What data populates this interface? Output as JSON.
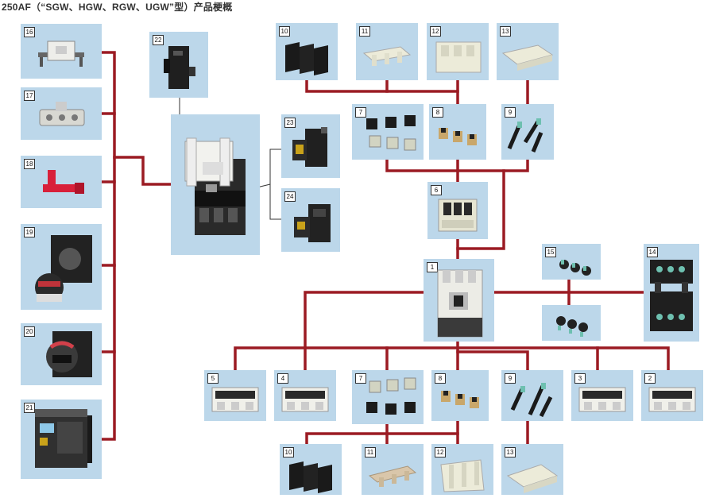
{
  "title": "250AF（“SGW、HGW、RGW、UGW”型）产品梗概",
  "colors": {
    "panel": "#bcd7ea",
    "connector": "#9b1b23",
    "thin_line": "#333333"
  },
  "parts": [
    {
      "id": "p16",
      "number": "16",
      "icon": "terminal-cover-icon"
    },
    {
      "id": "p17",
      "number": "17",
      "icon": "lock-plate-icon"
    },
    {
      "id": "p18",
      "number": "18",
      "icon": "padlock-device-icon"
    },
    {
      "id": "p19",
      "number": "19",
      "icon": "door-handle-icon"
    },
    {
      "id": "p20",
      "number": "20",
      "icon": "rotary-handle-icon"
    },
    {
      "id": "p21",
      "number": "21",
      "icon": "motor-operator-icon"
    },
    {
      "id": "p22",
      "number": "22",
      "icon": "shunt-trip-icon"
    },
    {
      "id": "main",
      "number": "",
      "icon": "open-breaker-icon"
    },
    {
      "id": "p23",
      "number": "23",
      "icon": "auxiliary-switch-icon"
    },
    {
      "id": "p24",
      "number": "24",
      "icon": "alarm-switch-icon"
    },
    {
      "id": "p10t",
      "number": "10",
      "icon": "phase-barrier-icon"
    },
    {
      "id": "p11t",
      "number": "11",
      "icon": "flat-cover-icon"
    },
    {
      "id": "p12t",
      "number": "12",
      "icon": "terminal-block-icon"
    },
    {
      "id": "p13t",
      "number": "13",
      "icon": "long-cover-icon"
    },
    {
      "id": "p7t",
      "number": "7",
      "icon": "cable-terminal-icon"
    },
    {
      "id": "p8t",
      "number": "8",
      "icon": "lug-terminal-icon"
    },
    {
      "id": "p9t",
      "number": "9",
      "icon": "stud-terminal-icon"
    },
    {
      "id": "p6",
      "number": "6",
      "icon": "rear-terminal-icon"
    },
    {
      "id": "p1",
      "number": "1",
      "icon": "circuit-breaker-icon"
    },
    {
      "id": "p15a",
      "number": "15",
      "icon": "plug-in-terminal-icon"
    },
    {
      "id": "p15b",
      "number": "",
      "icon": "plug-in-terminal-icon"
    },
    {
      "id": "p14",
      "number": "14",
      "icon": "plug-in-base-icon"
    },
    {
      "id": "p5",
      "number": "5",
      "icon": "terminal-unit-icon"
    },
    {
      "id": "p4",
      "number": "4",
      "icon": "terminal-unit-icon"
    },
    {
      "id": "p7b",
      "number": "7",
      "icon": "cable-terminal-icon"
    },
    {
      "id": "p8b",
      "number": "8",
      "icon": "lug-terminal-icon"
    },
    {
      "id": "p9b",
      "number": "9",
      "icon": "stud-terminal-icon"
    },
    {
      "id": "p3",
      "number": "3",
      "icon": "terminal-unit-icon"
    },
    {
      "id": "p2",
      "number": "2",
      "icon": "terminal-unit-icon"
    },
    {
      "id": "p10b",
      "number": "10",
      "icon": "phase-barrier-icon"
    },
    {
      "id": "p11b",
      "number": "11",
      "icon": "flat-cover-icon"
    },
    {
      "id": "p12b",
      "number": "12",
      "icon": "terminal-block-icon"
    },
    {
      "id": "p13b",
      "number": "13",
      "icon": "long-cover-icon"
    }
  ]
}
